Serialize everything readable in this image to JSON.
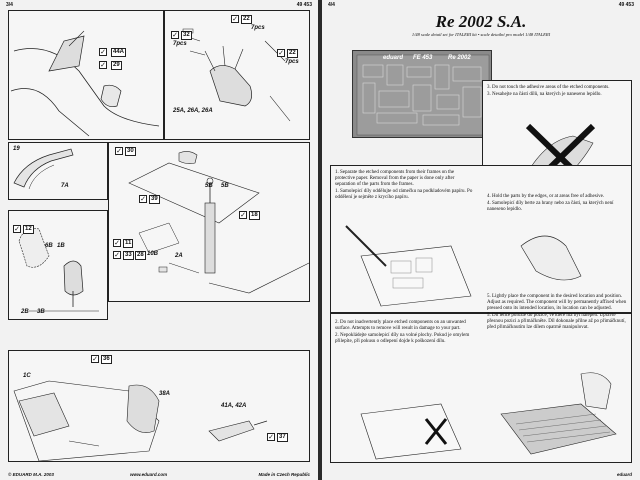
{
  "left_page": {
    "page_num": "3/4",
    "code": "49 453",
    "footer_copyright": "© EDUARD  M.A. 2003",
    "footer_url": "www.eduard.com",
    "footer_made": "Made in Czech Republic",
    "panel1": {
      "part_44a": "44A",
      "part_29": "29"
    },
    "panel2": {
      "part_22": "22",
      "part_32": "32",
      "part_22b": "22",
      "qty": "7pcs",
      "qty2": "7pcs",
      "qty3": "7pcs",
      "parts_label": "25A, 26A, 26A"
    },
    "panel3": {
      "part": "7A",
      "num": "19"
    },
    "panel4": {
      "part_30": "30",
      "part_39": "39",
      "part_5b": "5B",
      "part_5b2": "5B",
      "part_18": "18",
      "part_11": "11",
      "part_33": "33",
      "part_28": "28",
      "part_10b": "10B",
      "part_2a": "2A"
    },
    "panel5": {
      "part_12": "12",
      "part_6b": "6B",
      "part_1b": "1B",
      "part_2b": "2B",
      "part_3b": "3B"
    },
    "panel6": {
      "part_36": "36",
      "part_1c": "1C",
      "part_38a": "38A",
      "parts_41": "41A, 42A",
      "part_37": "37"
    }
  },
  "right_page": {
    "page_num": "4/4",
    "code": "49 453",
    "title": "Re 2002 S.A.",
    "subtitle": "1/48 scale detail set for ITALERI kit  •  scale detailní pro model 1/48 ITALERI",
    "fret_label": "eduard",
    "fret_code": "FE 453",
    "fret_name": "Re 2002",
    "steps": {
      "s1_en": "1. Separate the etched components from their frames on the protective paper. Removal from the paper is done only after separation of the parts from the frames.",
      "s1_cz": "1. Samolepicí díly oddělujte od rámečku na podkladovém papíru. Po oddělení je sejměte z krycího papíru.",
      "s2_en": "2. Do not inadvertently place etched components on an unwanted surface. Attempts to remove will result in damage to your part.",
      "s2_cz": "2. Nepokládejte samolepicí díly na volné plochy. Pokud je omylem přilepíte, při pokusu o odlepení dojde k poškození dílu.",
      "s3_en": "3. Do not touch the adhesive areas of the etched components.",
      "s3_cz": "3. Nesahejte na části dílů, na kterých je naneseno lepidlo.",
      "s4_en": "4. Hold the parts by the edges, or at areas free of adhesive.",
      "s4_cz": "4. Samolepicí díly berte za hrany nebo za části, na kterých není naneseno lepidlo.",
      "s5_en": "5. Lightly place the component in the desired location and position. Adjust as required. The component will by permanently affixed when pressed onto its intended location, its location can be adjusted.",
      "s5_cz": "5. Díl lehce položte do pozice, ve které má být nalepen. Upravte přesnou pozici a přimáčkněte. Díl dokonale přilne až po přimáčknutí, před přimáčknutím lze dílem opatrně manipulovat."
    },
    "footer": "eduard"
  }
}
